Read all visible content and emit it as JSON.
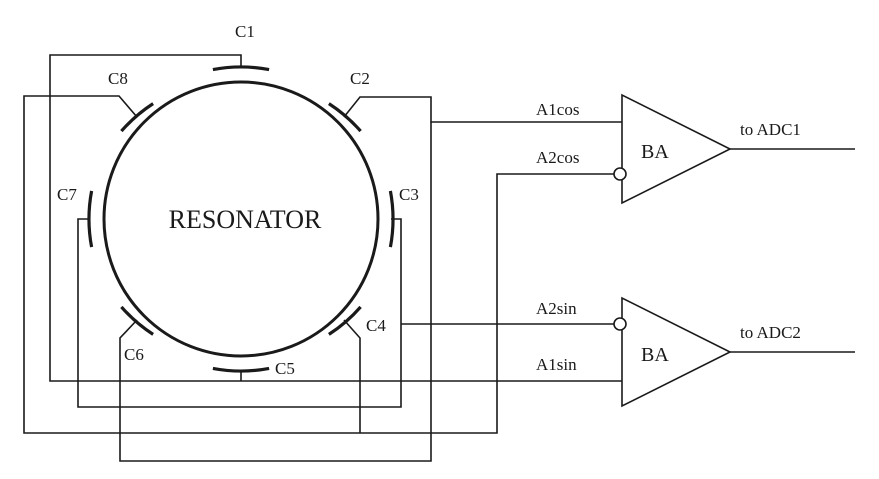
{
  "resonator": {
    "label": "RESONATOR"
  },
  "electrodes": [
    {
      "id": "C1",
      "label": "C1"
    },
    {
      "id": "C2",
      "label": "C2"
    },
    {
      "id": "C3",
      "label": "C3"
    },
    {
      "id": "C4",
      "label": "C4"
    },
    {
      "id": "C5",
      "label": "C5"
    },
    {
      "id": "C6",
      "label": "C6"
    },
    {
      "id": "C7",
      "label": "C7"
    },
    {
      "id": "C8",
      "label": "C8"
    }
  ],
  "signals": {
    "a1cos": "A1cos",
    "a2cos": "A2cos",
    "a2sin": "A2sin",
    "a1sin": "A1sin"
  },
  "amplifiers": [
    {
      "label": "BA",
      "output": "to ADC1"
    },
    {
      "label": "BA",
      "output": "to ADC2"
    }
  ]
}
